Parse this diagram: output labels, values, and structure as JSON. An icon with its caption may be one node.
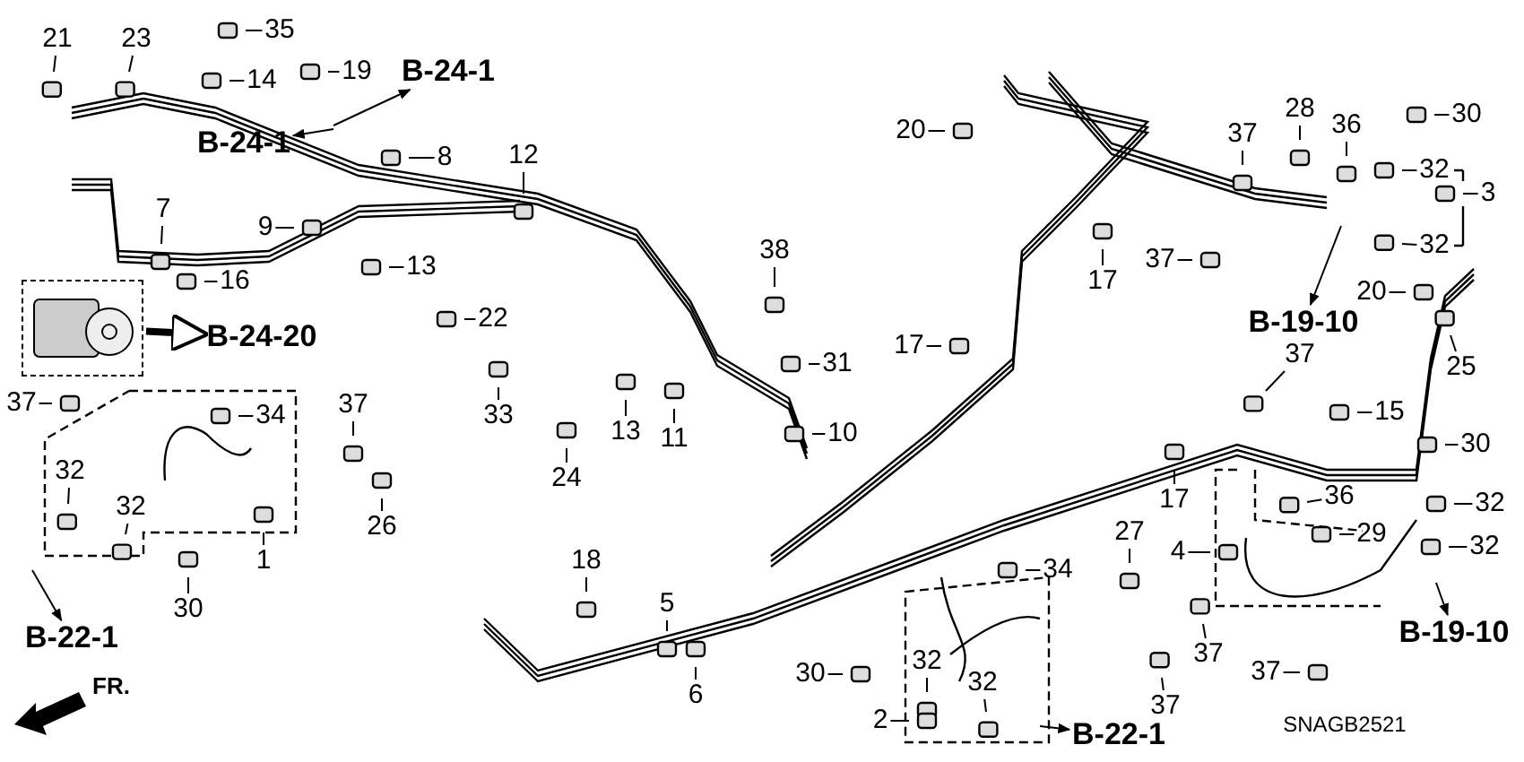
{
  "diagram": {
    "nodes": [
      {
        "text": [
          "21"
        ]
      },
      {
        "text": [
          "23"
        ]
      },
      {
        "text": [
          "35"
        ]
      },
      {
        "text": [
          "14"
        ]
      },
      {
        "text": [
          "19"
        ]
      },
      {
        "text": [
          "B-24-1"
        ]
      },
      {
        "text": [
          "B-24-1"
        ]
      },
      {
        "text": [
          "8"
        ]
      },
      {
        "text": [
          "12"
        ]
      },
      {
        "text": [
          "7"
        ]
      },
      {
        "text": [
          "9"
        ]
      },
      {
        "text": [
          "13"
        ]
      },
      {
        "text": [
          "16"
        ]
      },
      {
        "text": [],
        "shape": "picture"
      },
      {
        "text": [
          "B-24-20"
        ]
      },
      {
        "text": [
          "22"
        ]
      },
      {
        "text": [
          "38"
        ]
      },
      {
        "text": [
          "31"
        ]
      },
      {
        "text": [
          "33"
        ]
      },
      {
        "text": [
          "13"
        ]
      },
      {
        "text": [
          "24"
        ]
      },
      {
        "text": [
          "11"
        ]
      },
      {
        "text": [
          "10"
        ]
      },
      {
        "text": [
          "37"
        ]
      },
      {
        "text": [
          "34"
        ]
      },
      {
        "text": [
          "37"
        ]
      },
      {
        "text": [
          "32"
        ]
      },
      {
        "text": [
          "32"
        ]
      },
      {
        "text": [
          "1"
        ]
      },
      {
        "text": [
          "26"
        ]
      },
      {
        "text": [
          "30"
        ]
      },
      {
        "text": [
          "B-22-1"
        ]
      },
      {
        "text": [
          "18"
        ]
      },
      {
        "text": [
          "5"
        ]
      },
      {
        "text": [
          "6"
        ]
      },
      {
        "text": [
          "34"
        ]
      },
      {
        "text": [
          "27"
        ]
      },
      {
        "text": [
          "30"
        ]
      },
      {
        "text": [
          "32"
        ]
      },
      {
        "text": [
          "32"
        ]
      },
      {
        "text": [
          "37"
        ]
      },
      {
        "text": [
          "2"
        ]
      },
      {
        "text": [
          "37"
        ]
      },
      {
        "text": [
          "B-22-1"
        ]
      },
      {
        "text": [
          "20"
        ]
      },
      {
        "text": [
          "37"
        ]
      },
      {
        "text": [
          "28"
        ]
      },
      {
        "text": [
          "36"
        ]
      },
      {
        "text": [
          "30"
        ]
      },
      {
        "text": [
          "32"
        ]
      },
      {
        "text": [
          "3"
        ]
      },
      {
        "text": [
          "32"
        ]
      },
      {
        "text": [
          "17"
        ]
      },
      {
        "text": [
          "37"
        ]
      },
      {
        "text": [
          "20"
        ]
      },
      {
        "text": [
          "B-19-10"
        ]
      },
      {
        "text": [
          "17"
        ]
      },
      {
        "text": [
          "37"
        ]
      },
      {
        "text": [
          "25"
        ]
      },
      {
        "text": [
          "15"
        ]
      },
      {
        "text": [
          "30"
        ]
      },
      {
        "text": [
          "17"
        ]
      },
      {
        "text": [
          "36"
        ]
      },
      {
        "text": [
          "32"
        ]
      },
      {
        "text": [
          "29"
        ]
      },
      {
        "text": [
          "4"
        ]
      },
      {
        "text": [
          "32"
        ]
      },
      {
        "text": [
          "B-19-10"
        ]
      },
      {
        "text": [
          "37"
        ]
      }
    ],
    "edges": [
      {
        "from": 0,
        "to": null,
        "arrow": "none"
      },
      {
        "from": 1,
        "to": null,
        "arrow": "none"
      },
      {
        "from": 2,
        "to": null,
        "arrow": "none"
      },
      {
        "from": 3,
        "to": null,
        "arrow": "none"
      },
      {
        "from": 4,
        "to": null,
        "arrow": "none"
      },
      {
        "from": null,
        "to": 5,
        "arrow": "to"
      },
      {
        "from": null,
        "to": 6,
        "arrow": "to"
      },
      {
        "from": 7,
        "to": null,
        "arrow": "none"
      },
      {
        "from": 8,
        "to": null,
        "arrow": "none"
      },
      {
        "from": 9,
        "to": null,
        "arrow": "none"
      },
      {
        "from": 10,
        "to": null,
        "arrow": "none"
      },
      {
        "from": 11,
        "to": null,
        "arrow": "none"
      },
      {
        "from": 12,
        "to": null,
        "arrow": "none"
      },
      {
        "from": 13,
        "to": 14,
        "arrow": "to",
        "style": "thick"
      },
      {
        "from": 15,
        "to": null,
        "arrow": "none"
      },
      {
        "from": 16,
        "to": null,
        "arrow": "none"
      },
      {
        "from": 17,
        "to": null,
        "arrow": "none"
      },
      {
        "from": 18,
        "to": null,
        "arrow": "none"
      },
      {
        "from": 19,
        "to": null,
        "arrow": "none"
      },
      {
        "from": 20,
        "to": null,
        "arrow": "none"
      },
      {
        "from": 21,
        "to": null,
        "arrow": "none"
      },
      {
        "from": 22,
        "to": null,
        "arrow": "none"
      },
      {
        "from": 23,
        "to": null,
        "arrow": "none"
      },
      {
        "from": 24,
        "to": null,
        "arrow": "none"
      },
      {
        "from": 25,
        "to": null,
        "arrow": "none"
      },
      {
        "from": 26,
        "to": null,
        "arrow": "none"
      },
      {
        "from": 27,
        "to": null,
        "arrow": "none"
      },
      {
        "from": 28,
        "to": null,
        "arrow": "none"
      },
      {
        "from": 29,
        "to": null,
        "arrow": "none"
      },
      {
        "from": 30,
        "to": null,
        "arrow": "none"
      },
      {
        "from": null,
        "to": 31,
        "arrow": "to"
      },
      {
        "from": 32,
        "to": null,
        "arrow": "none"
      },
      {
        "from": 33,
        "to": null,
        "arrow": "none"
      },
      {
        "from": 34,
        "to": null,
        "arrow": "none"
      },
      {
        "from": 35,
        "to": null,
        "arrow": "none"
      },
      {
        "from": 36,
        "to": null,
        "arrow": "none"
      },
      {
        "from": 37,
        "to": null,
        "arrow": "none"
      },
      {
        "from": 38,
        "to": null,
        "arrow": "none"
      },
      {
        "from": 39,
        "to": null,
        "arrow": "none"
      },
      {
        "from": 40,
        "to": null,
        "arrow": "none"
      },
      {
        "from": 41,
        "to": null,
        "arrow": "none"
      },
      {
        "from": 42,
        "to": null,
        "arrow": "none"
      },
      {
        "from": null,
        "to": 43,
        "arrow": "to"
      },
      {
        "from": 44,
        "to": null,
        "arrow": "none"
      },
      {
        "from": 45,
        "to": null,
        "arrow": "none"
      },
      {
        "from": 46,
        "to": null,
        "arrow": "none"
      },
      {
        "from": 47,
        "to": null,
        "arrow": "none"
      },
      {
        "from": 48,
        "to": null,
        "arrow": "none"
      },
      {
        "from": 49,
        "to": null,
        "arrow": "none"
      },
      {
        "from": 50,
        "to": null,
        "arrow": "none"
      },
      {
        "from": 51,
        "to": null,
        "arrow": "none"
      },
      {
        "from": 52,
        "to": null,
        "arrow": "none"
      },
      {
        "from": 53,
        "to": null,
        "arrow": "none"
      },
      {
        "from": 54,
        "to": null,
        "arrow": "none"
      },
      {
        "from": null,
        "to": 55,
        "arrow": "to"
      },
      {
        "from": 56,
        "to": null,
        "arrow": "none"
      },
      {
        "from": 57,
        "to": null,
        "arrow": "none"
      },
      {
        "from": 58,
        "to": null,
        "arrow": "none"
      },
      {
        "from": 59,
        "to": null,
        "arrow": "none"
      },
      {
        "from": 60,
        "to": null,
        "arrow": "none"
      },
      {
        "from": 61,
        "to": null,
        "arrow": "none"
      },
      {
        "from": 62,
        "to": null,
        "arrow": "none"
      },
      {
        "from": 63,
        "to": null,
        "arrow": "none"
      },
      {
        "from": 64,
        "to": null,
        "arrow": "none"
      },
      {
        "from": 65,
        "to": null,
        "arrow": "none"
      },
      {
        "from": 66,
        "to": null,
        "arrow": "none"
      },
      {
        "from": null,
        "to": 67,
        "arrow": "to"
      },
      {
        "from": 68,
        "to": null,
        "arrow": "none"
      }
    ],
    "labels": [
      "FR.",
      "SNAGB2521"
    ]
  }
}
